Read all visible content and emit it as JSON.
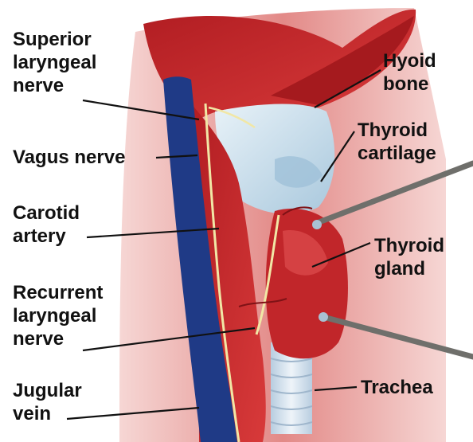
{
  "labels": {
    "superior_laryngeal_nerve": [
      "Superior",
      "laryngeal",
      "nerve"
    ],
    "vagus_nerve": [
      "Vagus nerve"
    ],
    "carotid_artery": [
      "Carotid",
      "artery"
    ],
    "recurrent_laryngeal_nerve": [
      "Recurrent",
      "laryngeal",
      "nerve"
    ],
    "jugular_vein": [
      "Jugular",
      "vein"
    ],
    "hyoid_bone": [
      "Hyoid",
      "bone"
    ],
    "thyroid_cartilage": [
      "Thyroid",
      "cartilage"
    ],
    "thyroid_gland": [
      "Thyroid",
      "gland"
    ],
    "trachea": [
      "Trachea"
    ]
  },
  "colors": {
    "muscle": "#c8262b",
    "muscle_dark": "#8f1518",
    "background_tissue": "#e9a9a6",
    "vein": "#1f3a86",
    "nerve": "#f1e7a6",
    "cartilage": "#cfe3f2",
    "gland": "#c3262a",
    "trachea": "#dfe9f2",
    "retractor": "#8a8a86",
    "text": "#111111",
    "leader": "#111111"
  }
}
